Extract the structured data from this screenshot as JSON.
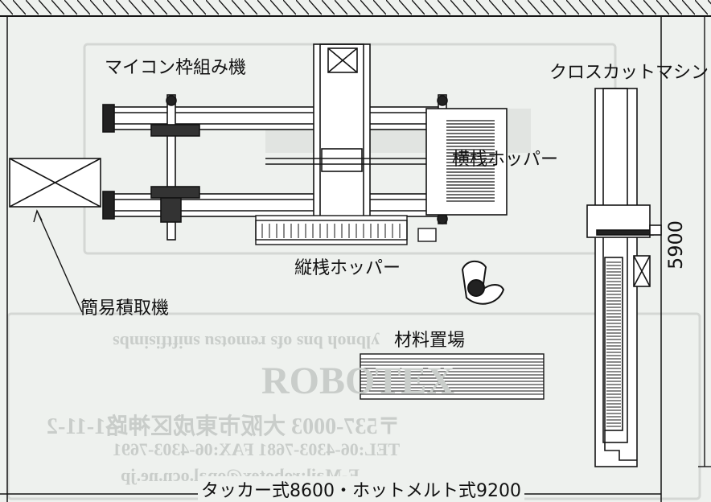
{
  "labels": {
    "microcomputer_frame_machine": "マイコン枠組み機",
    "crosscut_machine": "クロスカットマシン",
    "horizontal_bar_hopper": "横桟ホッパー",
    "vertical_bar_hopper": "縦桟ホッパー",
    "simple_stacker": "簡易積取機",
    "material_storage": "材料置場",
    "height_dimension": "5900",
    "width_dimension": "タッカー式8600・ホットメルト式9200"
  },
  "watermark": {
    "tagline": "ylbnoh bns ofs remotsu sniftfisimbs",
    "company": "ROBOTEX",
    "address": "〒537-0003 大阪市東成区神路1-11-2",
    "tel": "TEL:06-4303-7681 FAX:06-4303-7691",
    "mail": "E-Mail:robotex@opal.ocn.ne.jp"
  },
  "colors": {
    "line": "#141414",
    "background": "#eef1ee",
    "watermark": "#c9cdca",
    "paper": "#ffffff"
  }
}
